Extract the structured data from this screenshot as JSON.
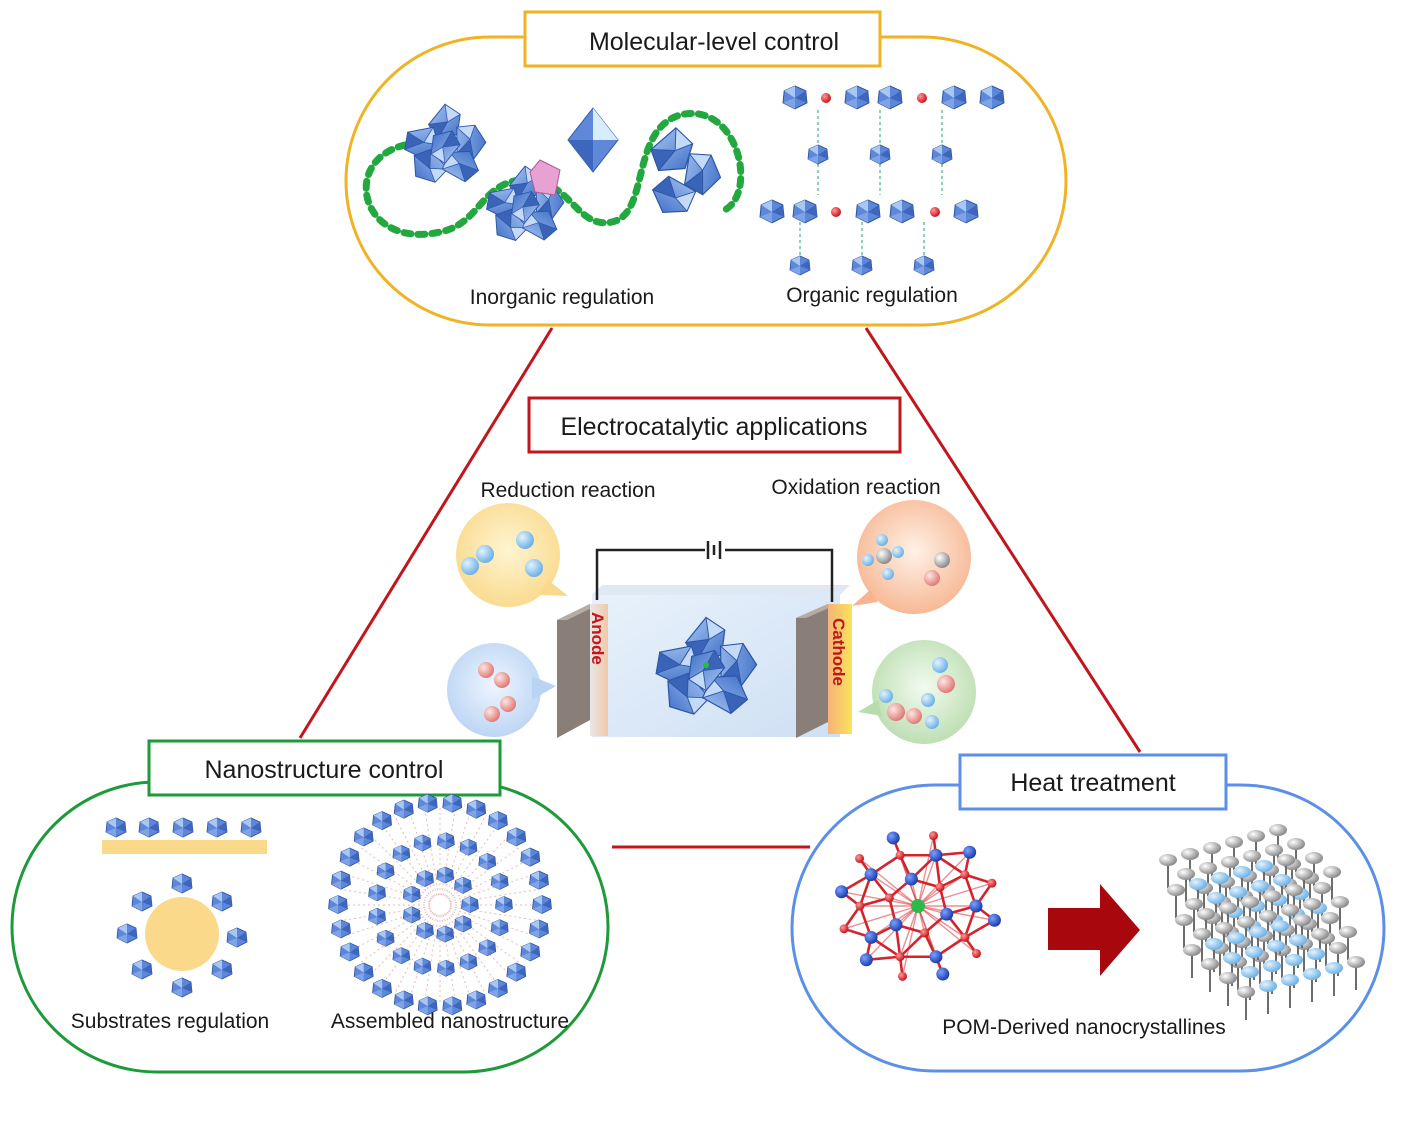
{
  "colors": {
    "molecular": "#f0b323",
    "electro": "#c0161c",
    "nano": "#1e9a3a",
    "heat": "#5b8fe8",
    "connector": "#c0161c",
    "pom_blue": "#4f7fd4",
    "pom_light": "#9ec0f0",
    "yellow_fill": "#fbd98a",
    "green_dots": "#22a83e"
  },
  "molecular": {
    "title": "Molecular-level control",
    "inorganic_label": "Inorganic regulation",
    "organic_label": "Organic regulation"
  },
  "electro": {
    "title": "Electrocatalytic applications",
    "reduction_label": "Reduction reaction",
    "oxidation_label": "Oxidation reaction",
    "anode_label": "Anode",
    "cathode_label": "Cathode"
  },
  "nano": {
    "title": "Nanostructure control",
    "substrates_label": "Substrates regulation",
    "assembled_label": "Assembled nanostructure"
  },
  "heat": {
    "title": "Heat treatment",
    "derived_label": "POM-Derived nanocrystallines"
  }
}
